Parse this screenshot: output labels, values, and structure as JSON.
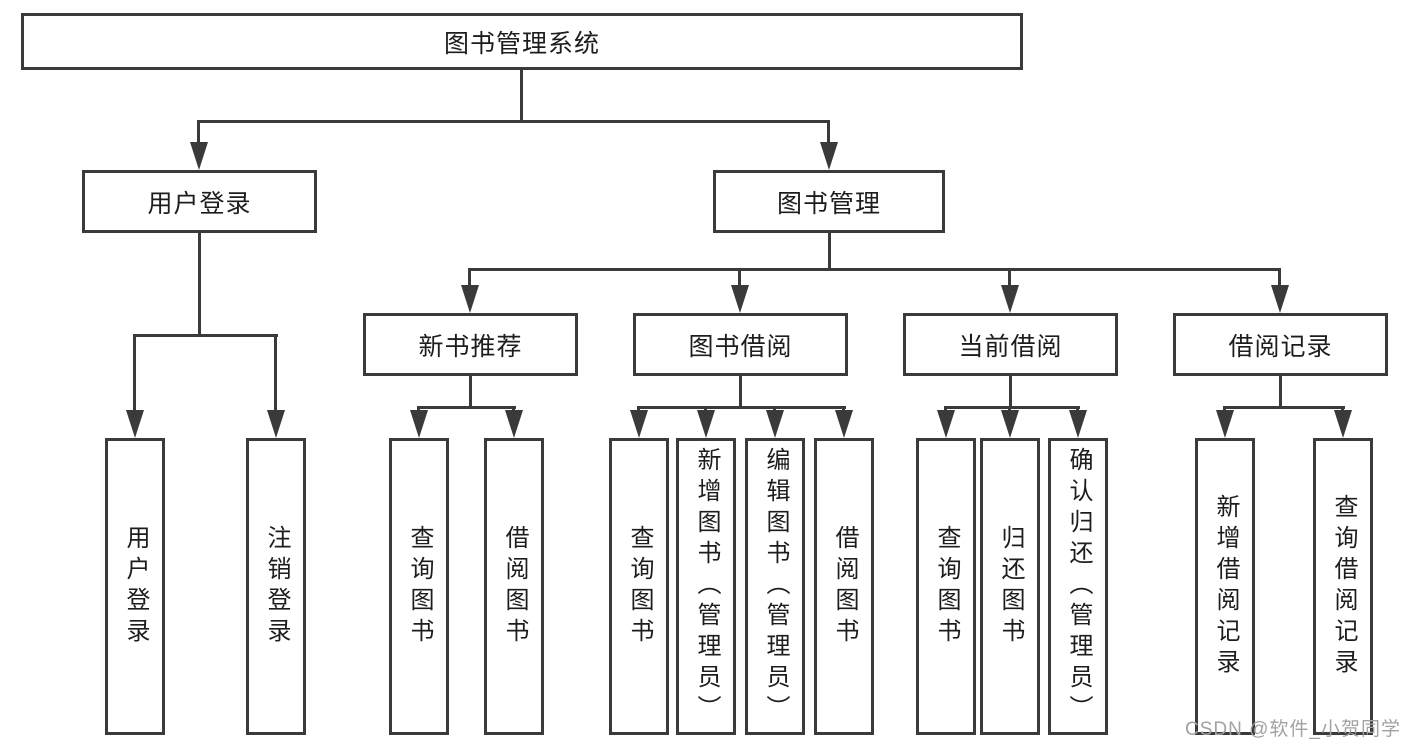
{
  "colors": {
    "line": "#3a3a3a",
    "text": "#1d1d1d",
    "box_background": "#ffffff",
    "page_background": "#ffffff",
    "watermark": "#a2a2a2"
  },
  "watermark": {
    "text": "CSDN @软件_小贺同学"
  },
  "tree": {
    "root": {
      "label": "图书管理系统",
      "children": [
        {
          "label": "用户登录",
          "children": [
            {
              "label": "用户登录"
            },
            {
              "label": "注销登录"
            }
          ]
        },
        {
          "label": "图书管理",
          "children": [
            {
              "label": "新书推荐",
              "children": [
                {
                  "label": "查询图书"
                },
                {
                  "label": "借阅图书"
                }
              ]
            },
            {
              "label": "图书借阅",
              "children": [
                {
                  "label": "查询图书"
                },
                {
                  "label": "新增图书（管理员）"
                },
                {
                  "label": "编辑图书（管理员）"
                },
                {
                  "label": "借阅图书"
                }
              ]
            },
            {
              "label": "当前借阅",
              "children": [
                {
                  "label": "查询图书"
                },
                {
                  "label": "归还图书"
                },
                {
                  "label": "确认归还（管理员）"
                }
              ]
            },
            {
              "label": "借阅记录",
              "children": [
                {
                  "label": "新增借阅记录"
                },
                {
                  "label": "查询借阅记录"
                }
              ]
            }
          ]
        }
      ]
    }
  }
}
